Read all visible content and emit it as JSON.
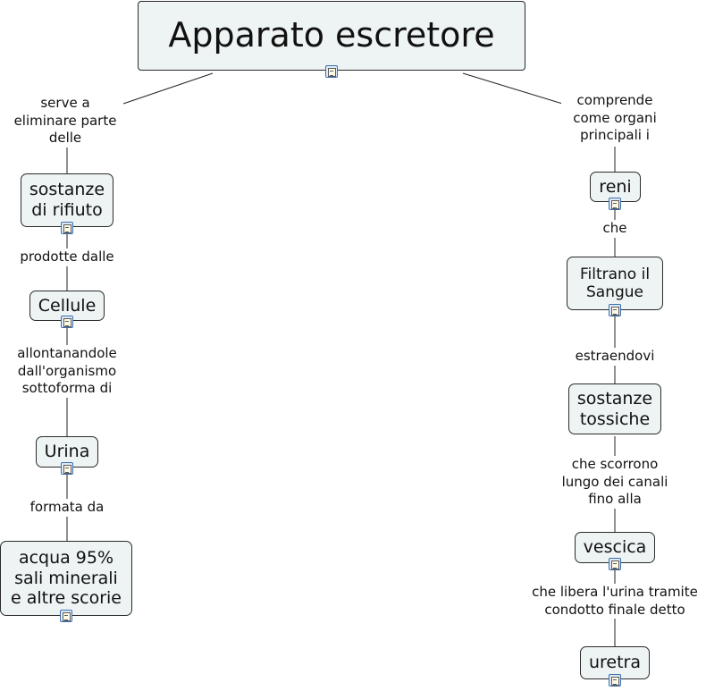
{
  "title": "Apparato escretore",
  "left": {
    "link_1": "serve a\neliminare parte\ndelle",
    "node_1": "sostanze\ndi rifiuto",
    "link_2": "prodotte dalle",
    "node_2": "Cellule",
    "link_3": "allontanandole\ndall'organismo\nsottoforma di",
    "node_3": "Urina",
    "link_4": "formata da",
    "node_4": "acqua 95%\nsali minerali\ne altre scorie"
  },
  "right": {
    "link_1": "comprende\ncome organi\nprincipali i",
    "node_1": "reni",
    "link_2": "che",
    "node_2": "Filtrano il\nSangue",
    "link_3": "estraendovi",
    "node_3": "sostanze\ntossiche",
    "link_4": "che scorrono\nlungo dei canali\nfino alla",
    "node_4": "vescica",
    "link_5": "che libera l'urina tramite\ncondotto finale detto",
    "node_5": "uretra"
  },
  "icons": {
    "resource": "document-icon"
  }
}
